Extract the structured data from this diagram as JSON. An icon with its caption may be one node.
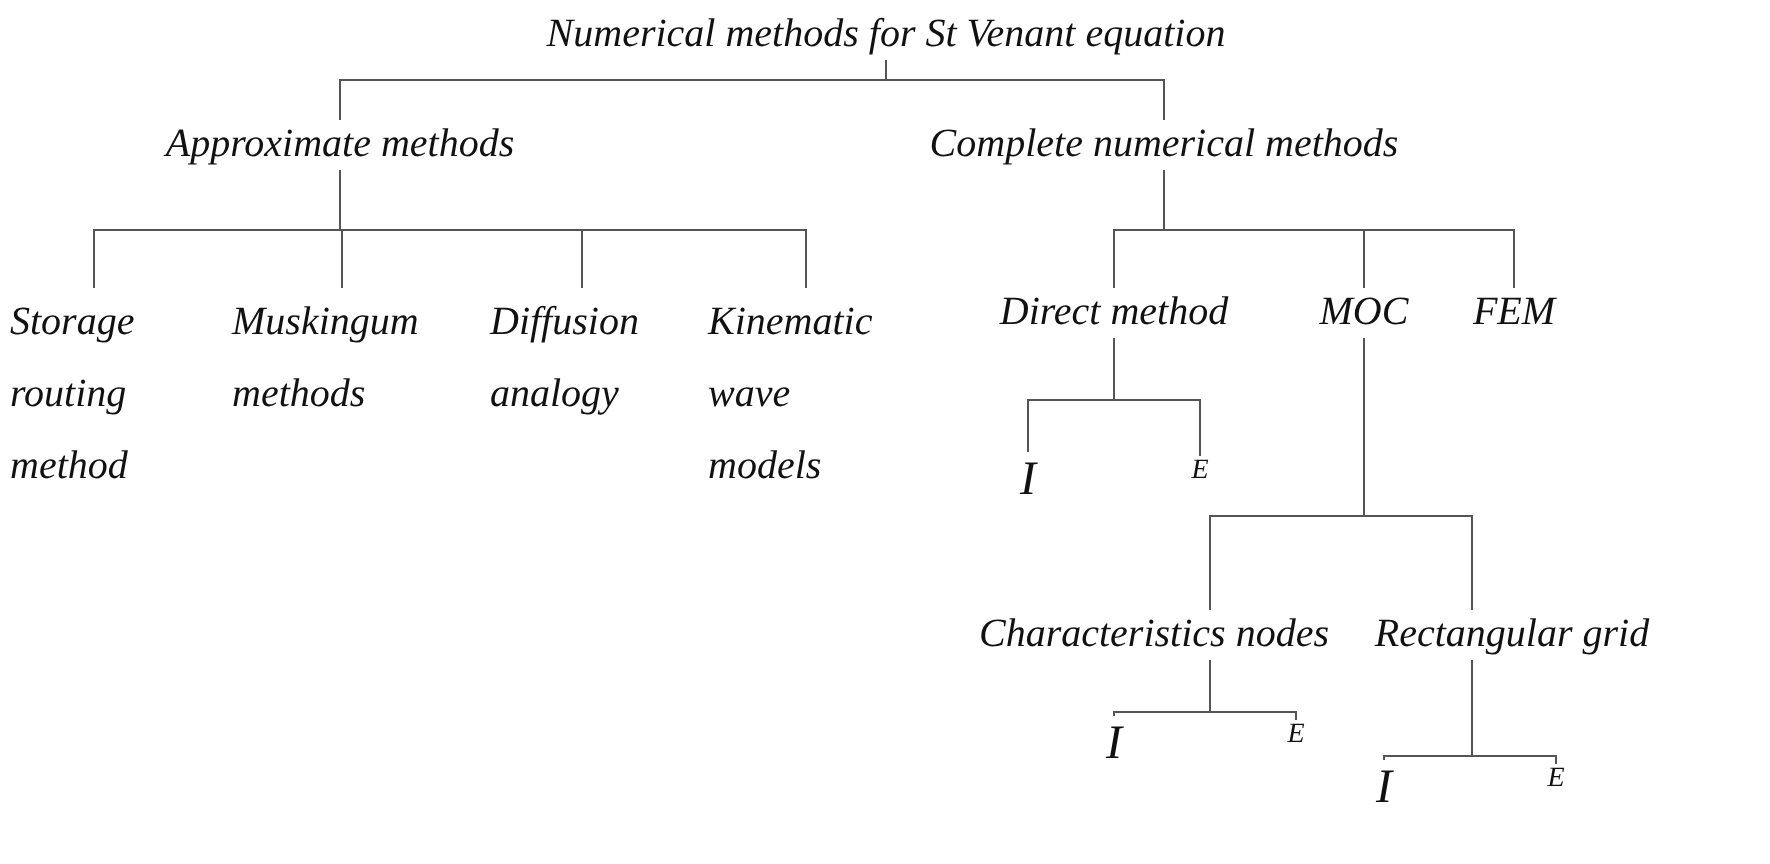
{
  "diagram": {
    "nodes": [
      {
        "text": [
          "Numerical methods for St Venant equation"
        ]
      },
      {
        "text": [
          "Approximate methods"
        ]
      },
      {
        "text": [
          "Complete numerical methods"
        ]
      },
      {
        "text": [
          "Storage routing method"
        ]
      },
      {
        "text": [
          "Muskingum methods"
        ]
      },
      {
        "text": [
          "Diffusion analogy"
        ]
      },
      {
        "text": [
          "Kinematic wave models"
        ]
      },
      {
        "text": [
          "Direct method"
        ]
      },
      {
        "text": [
          "MOC"
        ]
      },
      {
        "text": [
          "FEM"
        ]
      },
      {
        "text": [
          "I"
        ]
      },
      {
        "text": [
          "E"
        ]
      },
      {
        "text": [
          "Characteristics nodes"
        ]
      },
      {
        "text": [
          "Rectangular grid"
        ]
      },
      {
        "text": [
          "I"
        ]
      },
      {
        "text": [
          "E"
        ]
      },
      {
        "text": [
          "I"
        ]
      },
      {
        "text": [
          "E"
        ]
      }
    ],
    "edges": [
      {
        "from": 0,
        "to": 1,
        "arrow": "none"
      },
      {
        "from": 0,
        "to": 2,
        "arrow": "none"
      },
      {
        "from": 1,
        "to": 3,
        "arrow": "none"
      },
      {
        "from": 1,
        "to": 4,
        "arrow": "none"
      },
      {
        "from": 1,
        "to": 5,
        "arrow": "none"
      },
      {
        "from": 1,
        "to": 6,
        "arrow": "none"
      },
      {
        "from": 2,
        "to": 7,
        "arrow": "none"
      },
      {
        "from": 2,
        "to": 8,
        "arrow": "none"
      },
      {
        "from": 2,
        "to": 9,
        "arrow": "none"
      },
      {
        "from": 7,
        "to": 10,
        "arrow": "none"
      },
      {
        "from": 7,
        "to": 11,
        "arrow": "none"
      },
      {
        "from": 8,
        "to": 12,
        "arrow": "none"
      },
      {
        "from": 8,
        "to": 13,
        "arrow": "none"
      },
      {
        "from": 12,
        "to": 14,
        "arrow": "none"
      },
      {
        "from": 12,
        "to": 15,
        "arrow": "none"
      },
      {
        "from": 13,
        "to": 16,
        "arrow": "none"
      },
      {
        "from": 13,
        "to": 17,
        "arrow": "none"
      }
    ]
  }
}
